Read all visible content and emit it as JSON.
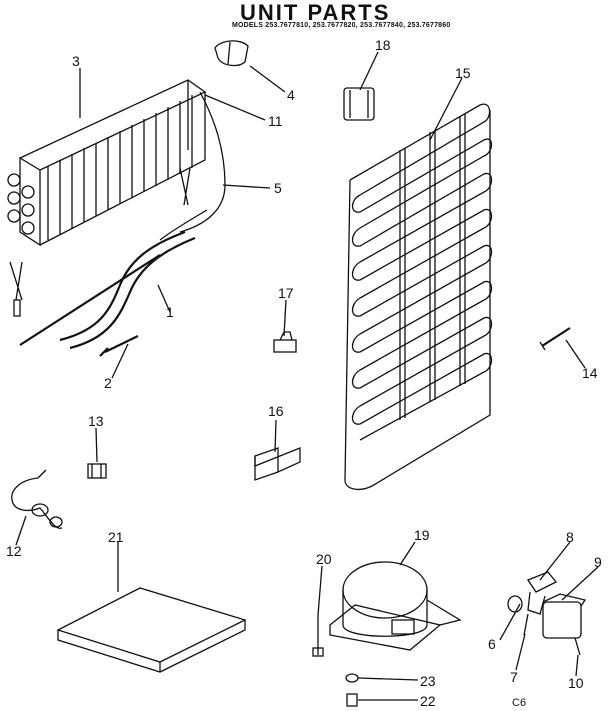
{
  "header": {
    "title": "UNIT PARTS",
    "models": "MODELS 253.7677810, 253.7677820, 253.7677840, 253.7677860"
  },
  "footer": {
    "code": "C6"
  },
  "callouts": [
    {
      "id": "1",
      "label": "1"
    },
    {
      "id": "2",
      "label": "2"
    },
    {
      "id": "3",
      "label": "3"
    },
    {
      "id": "4",
      "label": "4"
    },
    {
      "id": "5",
      "label": "5"
    },
    {
      "id": "6",
      "label": "6"
    },
    {
      "id": "7",
      "label": "7"
    },
    {
      "id": "8",
      "label": "8"
    },
    {
      "id": "9",
      "label": "9"
    },
    {
      "id": "10",
      "label": "10"
    },
    {
      "id": "11",
      "label": "11"
    },
    {
      "id": "12",
      "label": "12"
    },
    {
      "id": "13",
      "label": "13"
    },
    {
      "id": "14",
      "label": "14"
    },
    {
      "id": "15",
      "label": "15"
    },
    {
      "id": "16",
      "label": "16"
    },
    {
      "id": "17",
      "label": "17"
    },
    {
      "id": "18",
      "label": "18"
    },
    {
      "id": "19",
      "label": "19"
    },
    {
      "id": "20",
      "label": "20"
    },
    {
      "id": "21",
      "label": "21"
    },
    {
      "id": "22",
      "label": "22"
    },
    {
      "id": "23",
      "label": "23"
    }
  ]
}
